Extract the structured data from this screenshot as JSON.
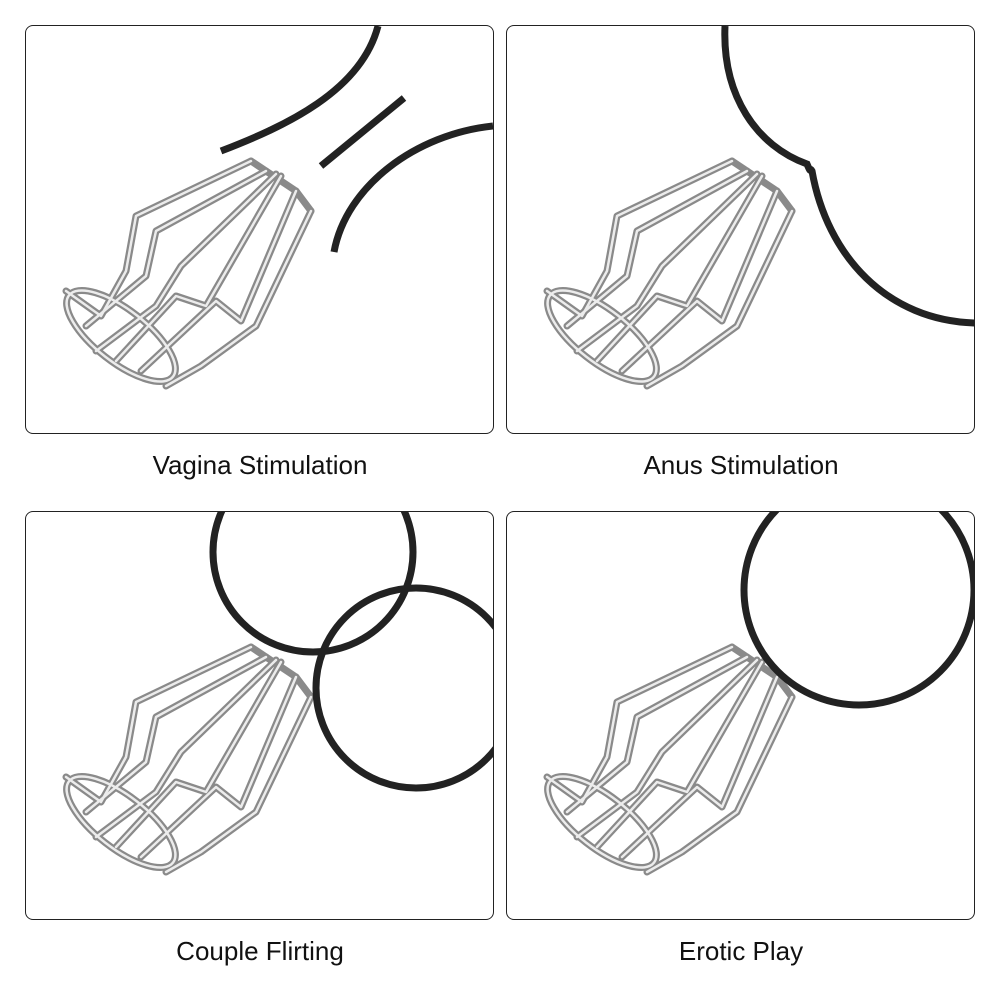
{
  "panels": [
    {
      "label": "Vagina Stimulation"
    },
    {
      "label": "Anus Stimulation"
    },
    {
      "label": "Couple Flirting"
    },
    {
      "label": "Erotic Play"
    }
  ],
  "colors": {
    "outline": "#222222",
    "metal": "#9a9a9a",
    "metal_highlight": "#e6e6e6"
  }
}
